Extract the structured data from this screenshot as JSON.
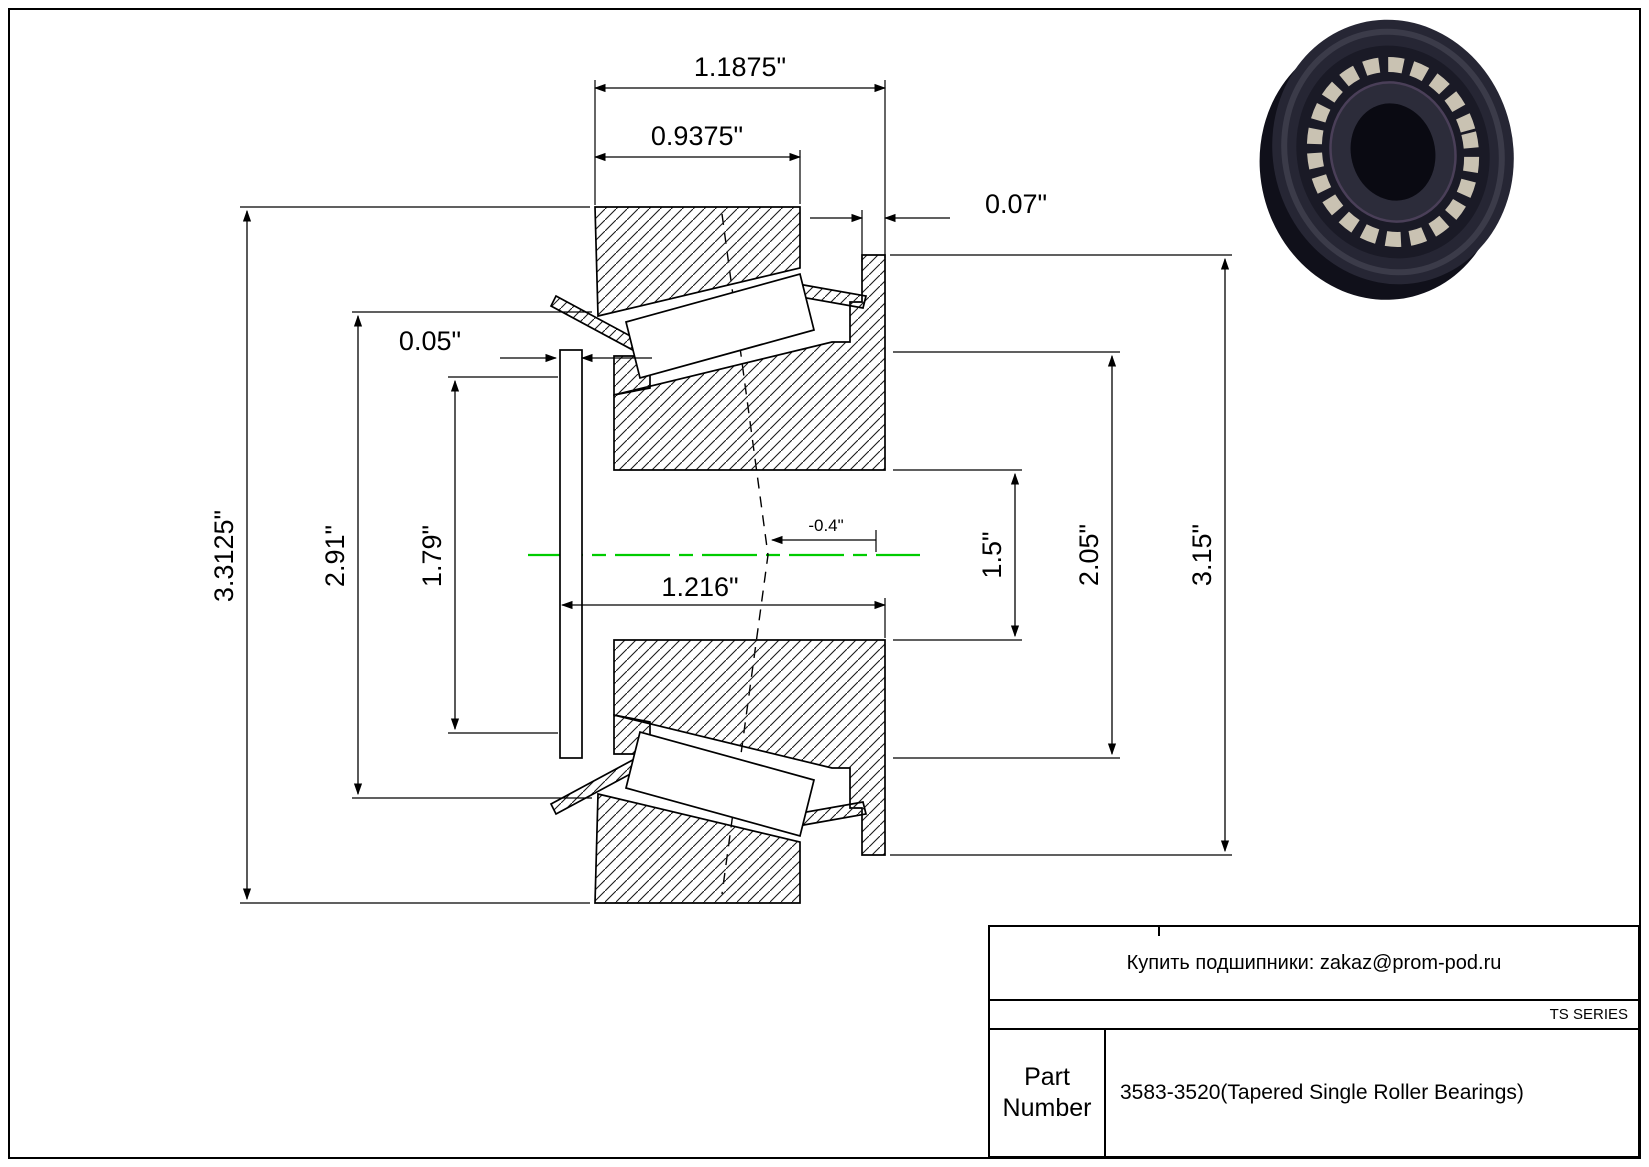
{
  "page": {
    "frame_color": "#000000",
    "centerline_color": "#00cc00"
  },
  "drawing": {
    "dimensions": {
      "overall_width": "1.1875\"",
      "cup_width": "0.9375\"",
      "back_standout": "0.07\"",
      "front_standout": "0.05\"",
      "housing_fit_od": "3.3125\"",
      "cup_back_od": "2.91\"",
      "cone_front_od": "1.79\"",
      "cone_width": "1.216\"",
      "effective_center": "-0.4\"",
      "bore": "1.5\"",
      "shoulder_od": "2.05\"",
      "cup_od": "3.15\""
    }
  },
  "title_block": {
    "contact": "Купить подшипники: zakaz@prom-pod.ru",
    "series": "TS SERIES",
    "part_label": "Part Number",
    "part_value": "3583-3520(Tapered Single Roller Bearings)"
  }
}
